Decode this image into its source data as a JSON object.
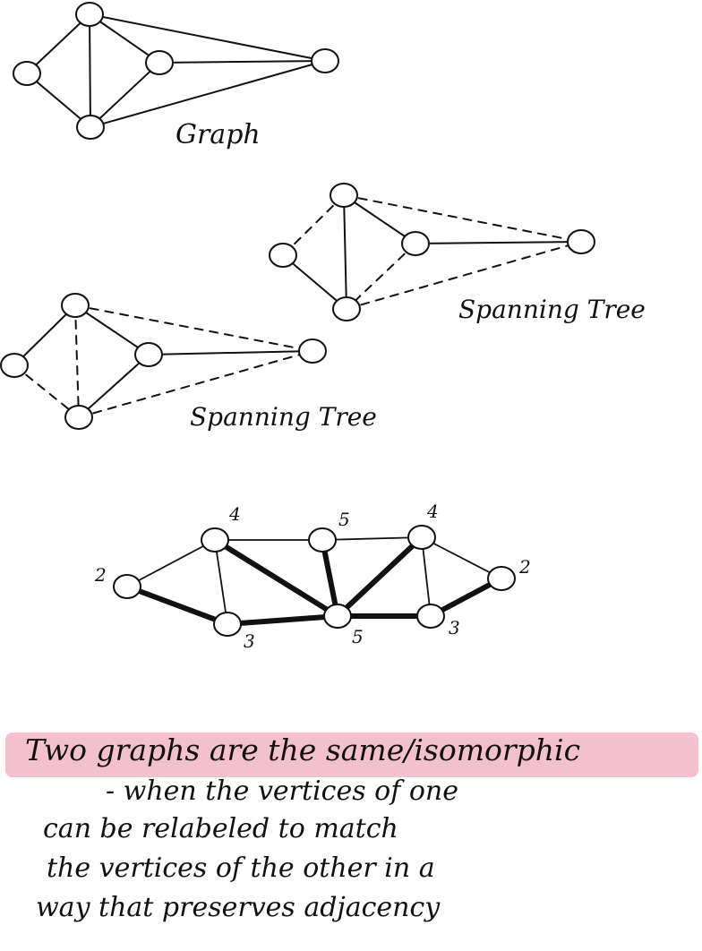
{
  "graph": {
    "label": "Graph",
    "nodes": [
      "a",
      "b",
      "c",
      "d",
      "e"
    ],
    "edges": [
      [
        "a",
        "b"
      ],
      [
        "a",
        "c"
      ],
      [
        "a",
        "d"
      ],
      [
        "a",
        "e"
      ],
      [
        "b",
        "d"
      ],
      [
        "c",
        "d"
      ],
      [
        "c",
        "e"
      ],
      [
        "d",
        "e"
      ]
    ]
  },
  "spanning_tree_1": {
    "label": "Spanning Tree",
    "tree_edges": [
      [
        "b",
        "d"
      ],
      [
        "a",
        "d"
      ],
      [
        "a",
        "c"
      ],
      [
        "c",
        "e"
      ]
    ],
    "non_tree_edges": [
      [
        "a",
        "b"
      ],
      [
        "a",
        "e"
      ],
      [
        "d",
        "e"
      ],
      [
        "c",
        "d"
      ]
    ]
  },
  "spanning_tree_2": {
    "label": "Spanning Tree",
    "tree_edges": [
      [
        "a",
        "b"
      ],
      [
        "a",
        "c"
      ],
      [
        "c",
        "d"
      ],
      [
        "c",
        "e"
      ]
    ],
    "non_tree_edges": [
      [
        "a",
        "d"
      ],
      [
        "a",
        "e"
      ],
      [
        "b",
        "d"
      ],
      [
        "d",
        "e"
      ]
    ]
  },
  "weighted_graph": {
    "vertices": [
      {
        "id": "v1",
        "degree": "2"
      },
      {
        "id": "v2",
        "degree": "4"
      },
      {
        "id": "v3",
        "degree": "3"
      },
      {
        "id": "v4",
        "degree": "5"
      },
      {
        "id": "v5",
        "degree": "5"
      },
      {
        "id": "v6",
        "degree": "4"
      },
      {
        "id": "v7",
        "degree": "3"
      },
      {
        "id": "v8",
        "degree": "2"
      }
    ],
    "edges": [
      {
        "from": "v1",
        "to": "v2",
        "bold": false
      },
      {
        "from": "v1",
        "to": "v3",
        "bold": true
      },
      {
        "from": "v2",
        "to": "v3",
        "bold": false
      },
      {
        "from": "v2",
        "to": "v5",
        "bold": true
      },
      {
        "from": "v2",
        "to": "v4",
        "bold": false
      },
      {
        "from": "v3",
        "to": "v5",
        "bold": true
      },
      {
        "from": "v4",
        "to": "v5",
        "bold": true
      },
      {
        "from": "v4",
        "to": "v6",
        "bold": false
      },
      {
        "from": "v5",
        "to": "v6",
        "bold": true
      },
      {
        "from": "v5",
        "to": "v7",
        "bold": true
      },
      {
        "from": "v6",
        "to": "v7",
        "bold": false
      },
      {
        "from": "v6",
        "to": "v8",
        "bold": false
      },
      {
        "from": "v7",
        "to": "v8",
        "bold": true
      }
    ]
  },
  "note": {
    "line1": "Two graphs are the same/isomorphic",
    "line2": "- when the vertices of one",
    "line3": "can be relabeled to match",
    "line4": "the vertices of the other in a",
    "line5": "way that preserves adjacency",
    "highlight_color": "#f2b9c9"
  }
}
